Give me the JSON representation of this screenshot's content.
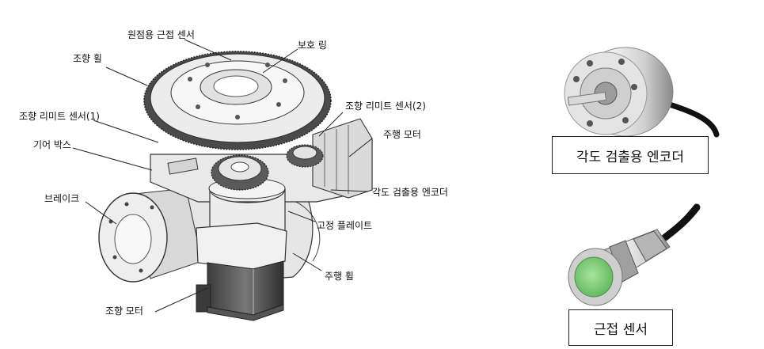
{
  "diagram": {
    "labels": {
      "home_sensor": "원점용 근접 센서",
      "protection_ring": "보호 링",
      "steering_wheel": "조향 휠",
      "steering_limit_sensor_1": "조향 리미트 센서(1)",
      "steering_limit_sensor_2": "조향 리미트 센서(2)",
      "gear_box": "기어 박스",
      "drive_motor": "주행 모터",
      "angle_encoder": "각도 검출용 엔코더",
      "brake": "브레이크",
      "fixed_plate": "고정 플레이트",
      "drive_wheel": "주행 휠",
      "steering_motor": "조향 모터"
    },
    "photos": {
      "encoder_caption": "각도 검출용 엔코더",
      "proximity_caption": "근접 센서"
    },
    "colors": {
      "line": "#222222",
      "metal_light": "#e4e4e4",
      "metal_mid": "#bdbdbd",
      "metal_dark": "#5a5a5a",
      "sensor_green": "#7fd07a"
    }
  }
}
